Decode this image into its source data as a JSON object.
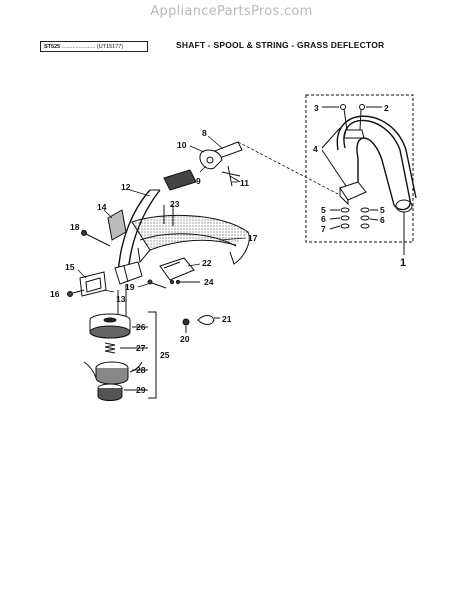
{
  "watermark": "AppliancePartsPros.com",
  "header": {
    "model": "ST525",
    "dots": "......................",
    "code": "(UT15177)",
    "title": "SHAFT - SPOOL & STRING - GRASS DEFLECTOR"
  },
  "callouts": {
    "c1": "1",
    "c2": "2",
    "c3": "3",
    "c4": "4",
    "c5a": "5",
    "c5b": "5",
    "c6a": "6",
    "c6b": "6",
    "c7": "7",
    "c8": "8",
    "c9": "9",
    "c10": "10",
    "c11": "11",
    "c12": "12",
    "c13": "13",
    "c14": "14",
    "c15": "15",
    "c16": "16",
    "c17": "17",
    "c18": "18",
    "c19": "19",
    "c20": "20",
    "c21": "21",
    "c22": "22",
    "c23": "23",
    "c24": "24",
    "c25": "25",
    "c26": "26",
    "c27": "27",
    "c28": "28",
    "c29": "29"
  },
  "colors": {
    "ink": "#111111",
    "watermark": "#b9b9b9",
    "shade": "#cfcfcf"
  }
}
